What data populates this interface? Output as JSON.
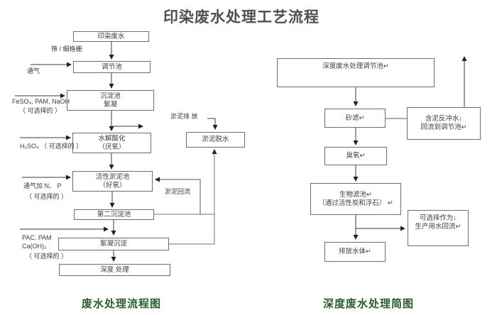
{
  "title": "印染废水处理工艺流程",
  "left_chart": {
    "caption": "废水处理流程图",
    "boxes": {
      "raw": "印染废水",
      "regulating": "调节池",
      "sedimentation_l1": "沉淀池",
      "sedimentation_l2": "絮凝",
      "hydrolysis_l1": "水解酸化",
      "hydrolysis_l2": "（厌氧）",
      "activated_l1": "活性淤泥池",
      "activated_l2": "（好氧）",
      "secondary": "第二沉淀池",
      "flocculation": "絮凝沉淀",
      "advanced": "深度 处理",
      "dewatering": "淤泥脱水"
    },
    "labels": {
      "screen": "筛 / 细格栅",
      "aeration": "通气",
      "feso4": "FeSO₄, PAM, NaOH",
      "feso4_optional": "（ 可选择的 ）",
      "h2so4": "H₂SO₄ （ 可选择的 ）",
      "aeration_np_l1": "通气加 N、 P",
      "aeration_np_l2": "（ 可选择的 ）",
      "sludge_discharge": "淤泥排 放",
      "sludge_return": "淤泥回流",
      "pac_l1": "PAC, PAM",
      "pac_l2": "Ca(OH)₂",
      "pac_l3": "（ 可选择的 ）"
    }
  },
  "right_chart": {
    "caption": "深度废水处理简图",
    "boxes": {
      "regulating": "深度废水处理调节池↵",
      "sand": "砂滤↵",
      "backwash_l1": "含泥反冲水↓",
      "backwash_l2": "回流到调节池↵",
      "ozone": "臭氧↵",
      "biofilter_l1": "生物滤池↵",
      "biofilter_l2": "（通过活性炭和浮石） ↵",
      "reuse_l1": "可选择作为↓",
      "reuse_l2": "生产用水回流↵",
      "discharge": "排放水体↵"
    }
  }
}
